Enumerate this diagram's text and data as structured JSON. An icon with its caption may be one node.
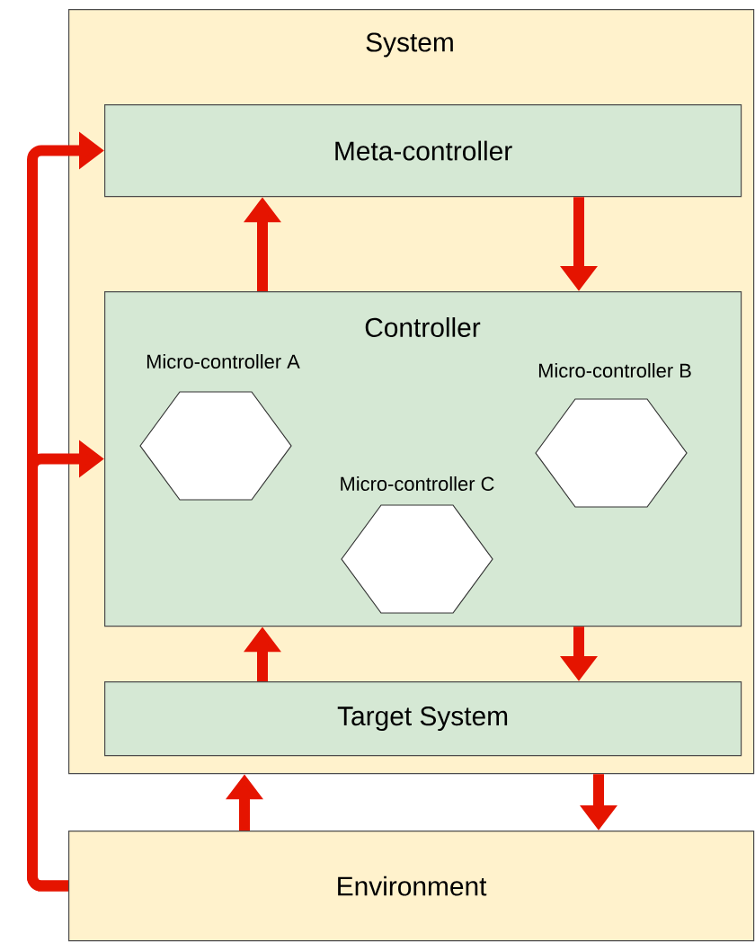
{
  "diagram": {
    "nodes": [
      {
        "text": [
          "System"
        ]
      },
      {
        "text": [
          "Meta-controller"
        ],
        "in": 0
      },
      {
        "text": [
          "Controller"
        ],
        "in": 0
      },
      {
        "text": [
          "Micro-controller A"
        ],
        "in": 2
      },
      {
        "text": [
          "Micro-controller B"
        ],
        "in": 2
      },
      {
        "text": [
          "Micro-controller C"
        ],
        "in": 2
      },
      {
        "text": [
          "Target System"
        ],
        "in": 0
      },
      {
        "text": [
          "Environment"
        ]
      }
    ],
    "edges": [
      {
        "from": 2,
        "to": 1,
        "arrow": "to"
      },
      {
        "from": 1,
        "to": 2,
        "arrow": "to"
      },
      {
        "from": 6,
        "to": 2,
        "arrow": "to"
      },
      {
        "from": 2,
        "to": 6,
        "arrow": "to"
      },
      {
        "from": 7,
        "to": 0,
        "arrow": "to"
      },
      {
        "from": 0,
        "to": 7,
        "arrow": "to"
      },
      {
        "from": 7,
        "to": 1,
        "arrow": "to"
      },
      {
        "from": 7,
        "to": 2,
        "arrow": "to"
      }
    ]
  }
}
